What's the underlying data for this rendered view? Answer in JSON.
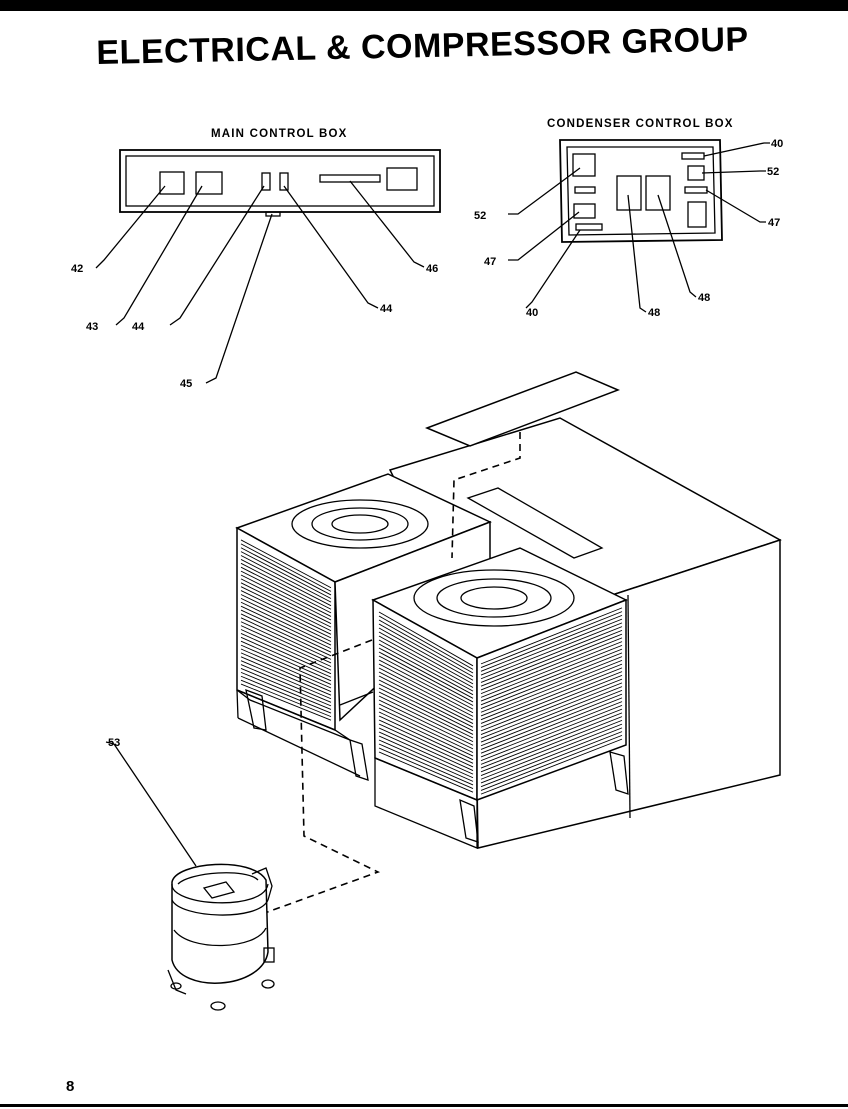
{
  "title": "ELECTRICAL & COMPRESSOR GROUP",
  "page_number": "8",
  "main_control_box": {
    "caption": "MAIN CONTROL BOX",
    "callouts": {
      "c42": "42",
      "c43": "43",
      "c44_left": "44",
      "c44_right": "44",
      "c45": "45",
      "c46": "46"
    }
  },
  "condenser_control_box": {
    "caption": "CONDENSER CONTROL BOX",
    "callouts": {
      "c40_top": "40",
      "c52_right": "52",
      "c47_right": "47",
      "c52_left": "52",
      "c47_left": "47",
      "c40_bottom": "40",
      "c48_left": "48",
      "c48_right": "48"
    }
  },
  "compressor": {
    "callout": "53"
  }
}
